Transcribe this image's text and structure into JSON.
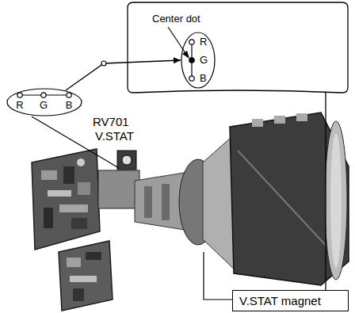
{
  "diagram": {
    "nodes": [
      {
        "text": [
          "Center dot"
        ]
      },
      {
        "text": [
          "R",
          "G",
          "B"
        ],
        "in": 0
      },
      {
        "text": [
          "R",
          "G",
          "B"
        ]
      },
      {
        "text": [
          "V.STAT magnet"
        ]
      }
    ],
    "edges": [
      {
        "from": 2,
        "to": 1,
        "arrow": "to"
      },
      {
        "from": 0,
        "to": 3,
        "arrow": "none"
      }
    ],
    "labels": [
      "RV701",
      "V.STAT"
    ]
  }
}
